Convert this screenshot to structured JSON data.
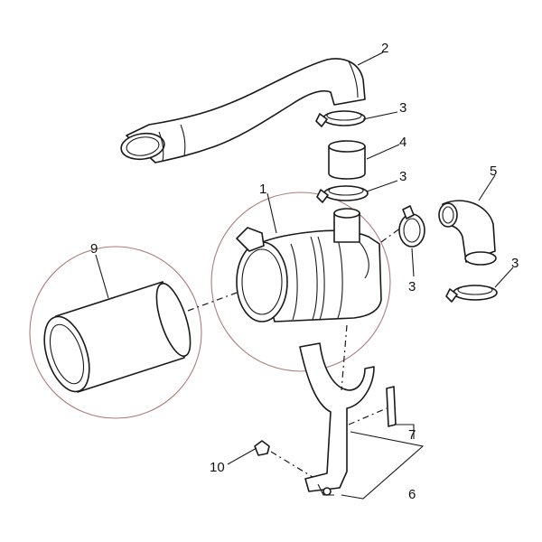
{
  "callouts": [
    {
      "id": "1",
      "text": "1"
    },
    {
      "id": "2",
      "text": "2"
    },
    {
      "id": "3a",
      "text": "3"
    },
    {
      "id": "3b",
      "text": "3"
    },
    {
      "id": "3c",
      "text": "3"
    },
    {
      "id": "3d",
      "text": "3"
    },
    {
      "id": "4",
      "text": "4"
    },
    {
      "id": "5",
      "text": "5"
    },
    {
      "id": "6",
      "text": "6"
    },
    {
      "id": "7",
      "text": "7"
    },
    {
      "id": "9",
      "text": "9"
    },
    {
      "id": "10",
      "text": "10"
    }
  ],
  "colors": {
    "line": "#1a1a1a",
    "highlight_circle": "#b07a7a",
    "background": "#ffffff"
  }
}
